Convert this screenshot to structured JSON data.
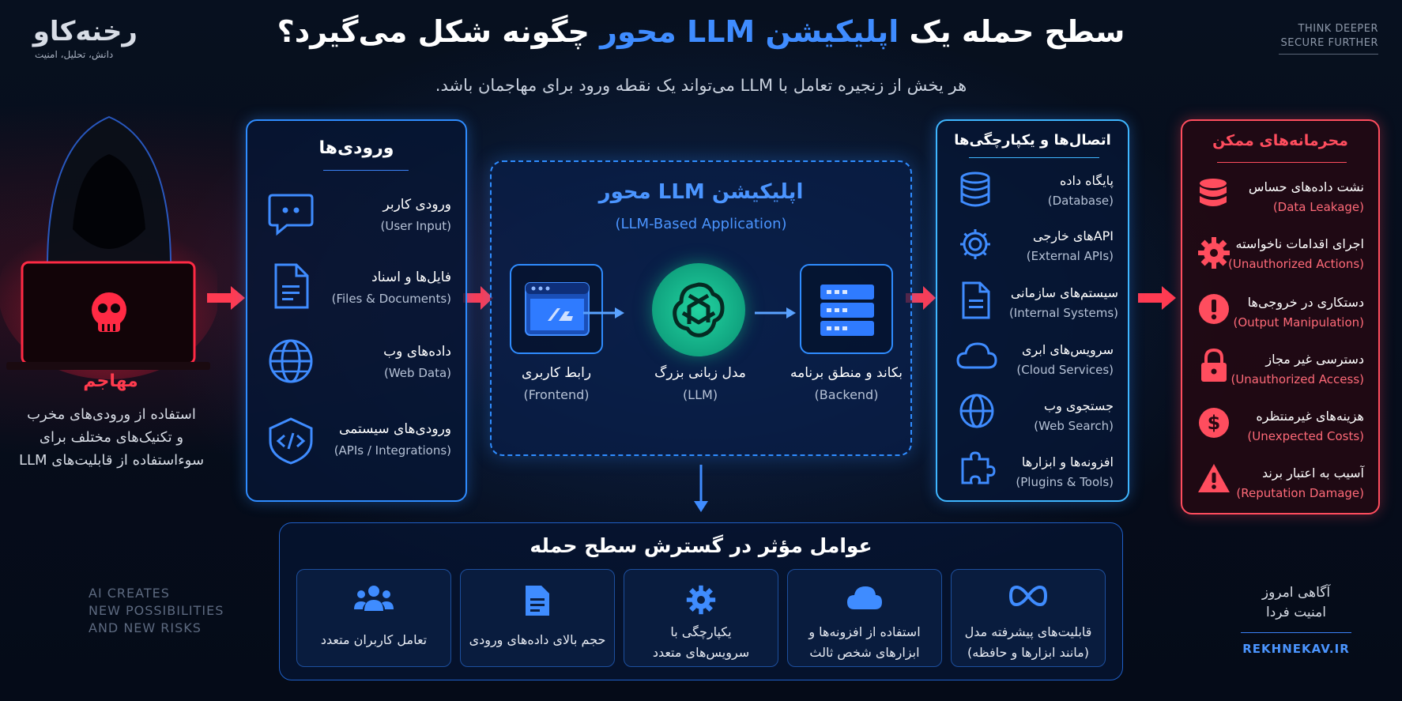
{
  "brand": {
    "name": "رخنه‌کاو",
    "tagline": "دانش، تحلیل، امنیت"
  },
  "top_right": {
    "line1": "THINK DEEPER",
    "line2": "SECURE FURTHER"
  },
  "title": {
    "part1": "سطح حمله یک",
    "highlight": "اپلیکیشن LLM محور",
    "part2": "چگونه شکل می‌گیرد؟"
  },
  "subtitle": "هر یخش از زنجیره تعامل با LLM می‌تواند یک نقطه ورود برای مهاجمان باشد.",
  "attacker": {
    "label": "مهاجم",
    "desc": [
      "استفاده از ورودی‌های مخرب",
      "و تکنیک‌های مختلف برای",
      "سوءاستفاده از قابلیت‌های LLM"
    ]
  },
  "inputs": {
    "title": "ورودی‌ها",
    "items": [
      {
        "fa": "ورودی کاربر",
        "en": "(User Input)",
        "icon": "chat-icon"
      },
      {
        "fa": "فایل‌ها و اسناد",
        "en": "(Files & Documents)",
        "icon": "document-icon"
      },
      {
        "fa": "داده‌های وب",
        "en": "(Web Data)",
        "icon": "globe-icon"
      },
      {
        "fa": "ورودی‌های سیستمی",
        "en": "(APIs / Integrations)",
        "icon": "code-icon"
      }
    ]
  },
  "center": {
    "title": "اپلیکیشن LLM محور",
    "subtitle": "(LLM-Based Application)",
    "nodes": [
      {
        "fa": "رابط کاربری",
        "en": "(Frontend)",
        "icon": "browser-window-icon"
      },
      {
        "fa": "مدل زبانی بزرگ",
        "en": "(LLM)",
        "icon": "llm-logo-icon"
      },
      {
        "fa": "بکاند و منطق برنامه",
        "en": "(Backend)",
        "icon": "server-icon"
      }
    ]
  },
  "connections": {
    "title": "اتصال‌ها و یکپارچگی‌ها",
    "items": [
      {
        "fa": "پایگاه داده",
        "en": "(Database)",
        "icon": "database-icon"
      },
      {
        "fa": "APIهای خارجی",
        "en": "(External APIs)",
        "icon": "gear-icon"
      },
      {
        "fa": "سیستم‌های سازمانی",
        "en": "(Internal Systems)",
        "icon": "document-icon"
      },
      {
        "fa": "سرویس‌های ابری",
        "en": "(Cloud Services)",
        "icon": "cloud-icon"
      },
      {
        "fa": "جستجوی وب",
        "en": "(Web Search)",
        "icon": "globe-icon"
      },
      {
        "fa": "افزونه‌ها و ابزارها",
        "en": "(Plugins & Tools)",
        "icon": "puzzle-icon"
      }
    ]
  },
  "risks": {
    "title": "محرمانه‌های ممکن",
    "items": [
      {
        "fa": "نشت داده‌های حساس",
        "en": "(Data Leakage)",
        "icon": "database-icon"
      },
      {
        "fa": "اجرای اقدامات ناخواسته",
        "en": "(Unauthorized Actions)",
        "icon": "gear-icon"
      },
      {
        "fa": "دستکاری در خروجی‌ها",
        "en": "(Output Manipulation)",
        "icon": "exclamation-icon"
      },
      {
        "fa": "دسترسی غیر مجاز",
        "en": "(Unauthorized Access)",
        "icon": "lock-icon"
      },
      {
        "fa": "هزینه‌های غیرمنتظره",
        "en": "(Unexpected Costs)",
        "icon": "dollar-icon"
      },
      {
        "fa": "آسیب به اعتبار برند",
        "en": "(Reputation Damage)",
        "icon": "warning-icon"
      }
    ]
  },
  "factors": {
    "title": "عوامل مؤثر در گسترش سطح حمله",
    "cards": [
      {
        "lines": [
          "قابلیت‌های پیشرفته مدل",
          "(مانند ابزارها و حافظه)"
        ],
        "icon": "infinity-icon"
      },
      {
        "lines": [
          "استفاده از افزونه‌ها و",
          "ابزارهای شخص ثالث"
        ],
        "icon": "cloud-icon"
      },
      {
        "lines": [
          "یکپارچگی با",
          "سرویس‌های متعدد"
        ],
        "icon": "gear-icon"
      },
      {
        "lines": [
          "حجم بالای داده‌های ورودی"
        ],
        "icon": "document-icon"
      },
      {
        "lines": [
          "تعامل کاربران متعدد"
        ],
        "icon": "users-icon"
      }
    ]
  },
  "bottom_left": [
    "AI CREATES",
    "NEW POSSIBILITIES",
    "AND NEW RISKS"
  ],
  "bottom_right": {
    "lines": [
      "آگاهی امروز",
      "امنیت فردا"
    ],
    "site": "REKHNEKAV.IR"
  },
  "colors": {
    "accent": "#2f8cff",
    "danger": "#ff4d5e",
    "background": "#050b18"
  }
}
